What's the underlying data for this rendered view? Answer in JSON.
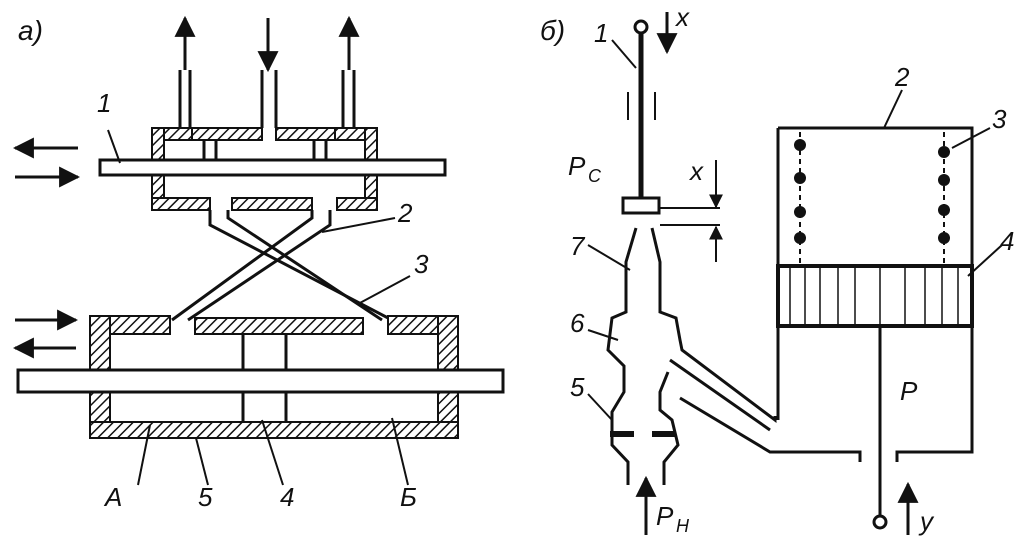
{
  "figure": {
    "panel_a": {
      "letter": "а)",
      "labels": {
        "slide_valve": "1",
        "channel_2": "2",
        "channel_3": "3",
        "piston": "4",
        "cylinder": "5",
        "chamber_left": "А",
        "chamber_right": "Б"
      }
    },
    "panel_b": {
      "letter": "б)",
      "labels": {
        "flapper_rod": "1",
        "housing": "2",
        "spring": "3",
        "membrane": "4",
        "throttle": "5",
        "chamber": "6",
        "nozzle": "7",
        "input_signal": "x",
        "gap": "x",
        "output_signal": "y",
        "pressure_c": "P",
        "pressure_c_sub": "С",
        "pressure_supply": "P",
        "pressure_supply_sub": "Н",
        "pressure_output": "P"
      }
    },
    "colors": {
      "ink": "#111111",
      "background": "#ffffff"
    }
  }
}
